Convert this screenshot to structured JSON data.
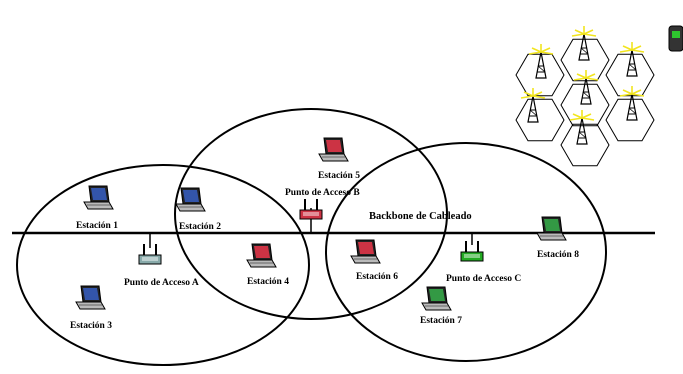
{
  "diagram": {
    "backbone_label": "Backbone de Cableado",
    "stations": [
      {
        "id": "s1",
        "label": "Estación 1",
        "color": "#3355aa"
      },
      {
        "id": "s2",
        "label": "Estación 2",
        "color": "#3355aa"
      },
      {
        "id": "s3",
        "label": "Estación 3",
        "color": "#3355aa"
      },
      {
        "id": "s4",
        "label": "Estación 4",
        "color": "#cc3344"
      },
      {
        "id": "s5",
        "label": "Estación 5",
        "color": "#cc3344"
      },
      {
        "id": "s6",
        "label": "Estación 6",
        "color": "#cc3344"
      },
      {
        "id": "s7",
        "label": "Estación 7",
        "color": "#339944"
      },
      {
        "id": "s8",
        "label": "Estación 8",
        "color": "#339944"
      }
    ],
    "access_points": [
      {
        "id": "apA",
        "label": "Punto de Acceso A",
        "color": "#88aaaa"
      },
      {
        "id": "apB",
        "label": "Punto de Acceso B",
        "color": "#cc3344"
      },
      {
        "id": "apC",
        "label": "Punto de Acceso C",
        "color": "#22aa22"
      }
    ]
  }
}
